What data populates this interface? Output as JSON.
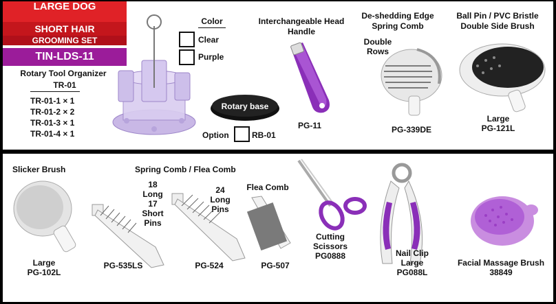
{
  "header": {
    "line1": "LARGE DOG",
    "line2": "SHORT HAIR",
    "line3": "GROOMING SET",
    "model": "TIN-LDS-11"
  },
  "organizer": {
    "title": "Rotary Tool Organizer",
    "model": "TR-01",
    "items": [
      "TR-01-1 × 1",
      "TR-01-2 × 2",
      "TR-01-3 × 1",
      "TR-01-4 × 1"
    ]
  },
  "color_options": {
    "heading": "Color",
    "clear": "Clear",
    "purple": "Purple"
  },
  "rotary_base": {
    "label": "Rotary base",
    "option_label": "Option",
    "model": "RB-01"
  },
  "products_top": [
    {
      "name_l1": "Interchangeable Head",
      "name_l2": "Handle",
      "code": "PG-11"
    },
    {
      "name_l1": "De-shedding Edge",
      "name_l2": "Spring Comb",
      "note_l1": "Double",
      "note_l2": "Rows",
      "code": "PG-339DE"
    },
    {
      "name_l1": "Ball Pin / PVC Bristle",
      "name_l2": "Double Side Brush",
      "size": "Large",
      "code": "PG-121L"
    }
  ],
  "products_bottom": {
    "slicker": {
      "name": "Slicker Brush",
      "size": "Large",
      "code": "PG-102L"
    },
    "spring_heading": "Spring Comb / Flea Comb",
    "pg535": {
      "n1": "18",
      "n2": "Long",
      "n3": "17",
      "n4": "Short",
      "n5": "Pins",
      "code": "PG-535LS"
    },
    "pg524": {
      "n1": "24",
      "n2": "Long",
      "n3": "Pins",
      "code": "PG-524"
    },
    "flea": {
      "name": "Flea Comb",
      "code": "PG-507"
    },
    "scissors": {
      "n1": "Cutting",
      "n2": "Scissors",
      "code": "PG0888"
    },
    "clip": {
      "n1": "Nail Clip",
      "n2": "Large",
      "code": "PG088L"
    },
    "massage": {
      "name": "Facial Massage Brush",
      "code": "38849"
    }
  },
  "colors": {
    "red": "#e02227",
    "purple": "#9b1c9a",
    "tool_purple": "#8a2fb8"
  }
}
